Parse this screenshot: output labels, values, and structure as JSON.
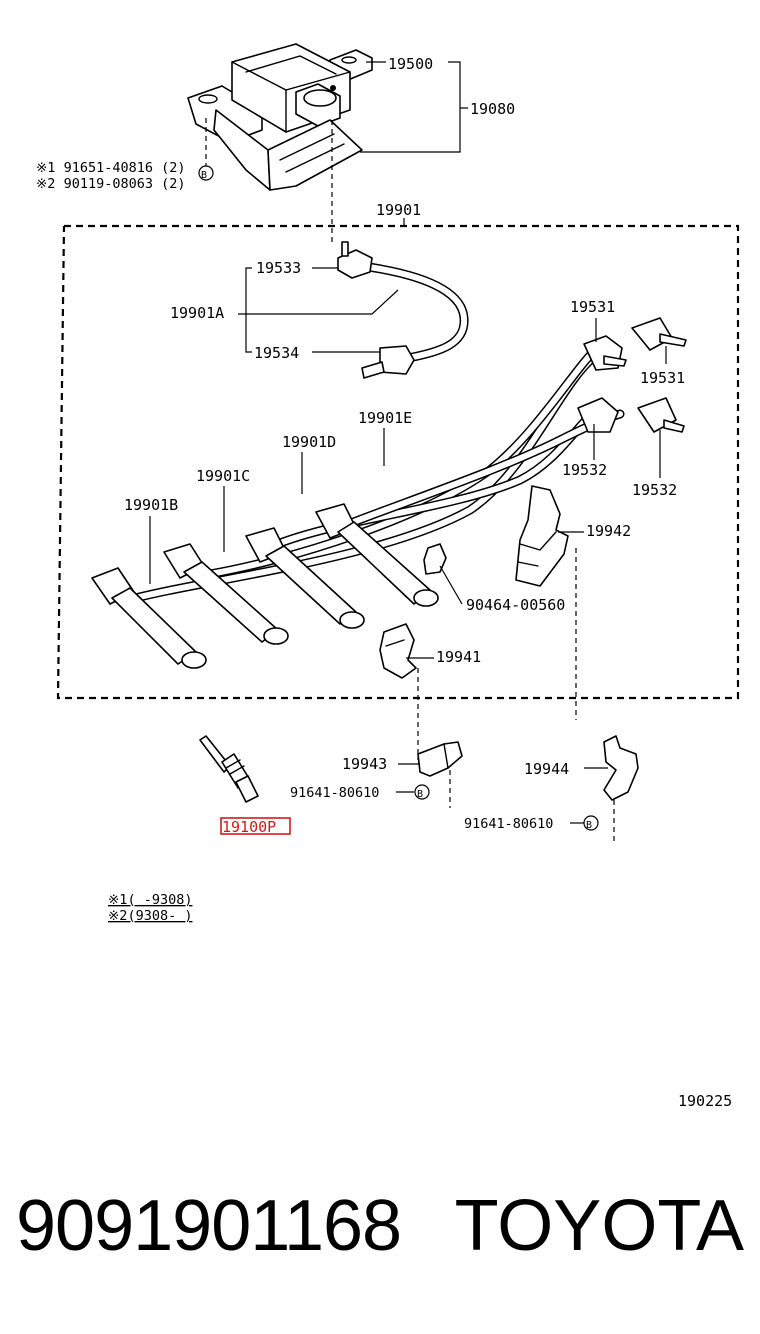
{
  "labels": {
    "p19500": "19500",
    "p19080": "19080",
    "bolt1": "※1 91651-40816 (2)",
    "bolt2": "※2 90119-08063 (2)",
    "p19901": "19901",
    "p19533": "19533",
    "p19901A": "19901A",
    "p19534": "19534",
    "p19531a": "19531",
    "p19531b": "19531",
    "p19901E": "19901E",
    "p19901D": "19901D",
    "p19901C": "19901C",
    "p19901B": "19901B",
    "p19532a": "19532",
    "p19532b": "19532",
    "p19942": "19942",
    "p90464": "90464-00560",
    "p19941": "19941",
    "p19943": "19943",
    "p19944": "19944",
    "bolt3": "91641-80610",
    "bolt4": "91641-80610",
    "p19100P": "19100P",
    "note1": "※1(     -9308)",
    "note2": "※2(9308-     )",
    "diagram_id": "190225",
    "b_marker": "B"
  },
  "highlight_color": "#d01a1a",
  "footer": {
    "part_number": "9091901168",
    "brand": "TOYOTA"
  }
}
